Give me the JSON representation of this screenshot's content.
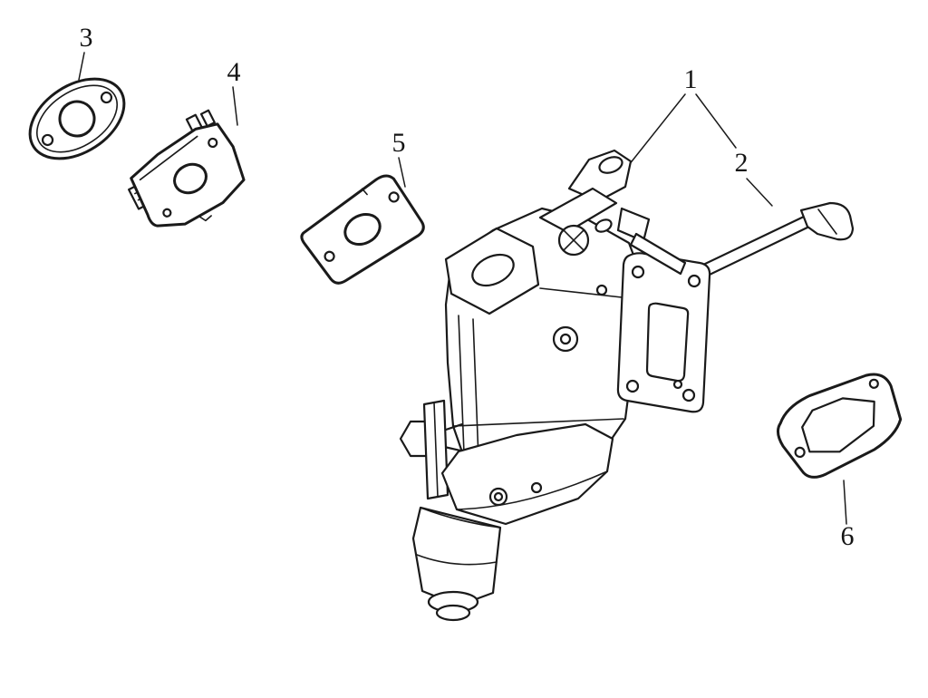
{
  "page": {
    "background_color": "#ffffff",
    "line_color": "#1a1a1a"
  },
  "diagram": {
    "type": "exploded-parts-line-drawing",
    "callouts": [
      {
        "label": "1",
        "part": "carburetor-assembly"
      },
      {
        "label": "2",
        "part": "choke-rod"
      },
      {
        "label": "3",
        "part": "oval-flange-gasket"
      },
      {
        "label": "4",
        "part": "insulator-spacer"
      },
      {
        "label": "5",
        "part": "carburetor-gasket"
      },
      {
        "label": "6",
        "part": "air-cleaner-gasket"
      }
    ]
  }
}
